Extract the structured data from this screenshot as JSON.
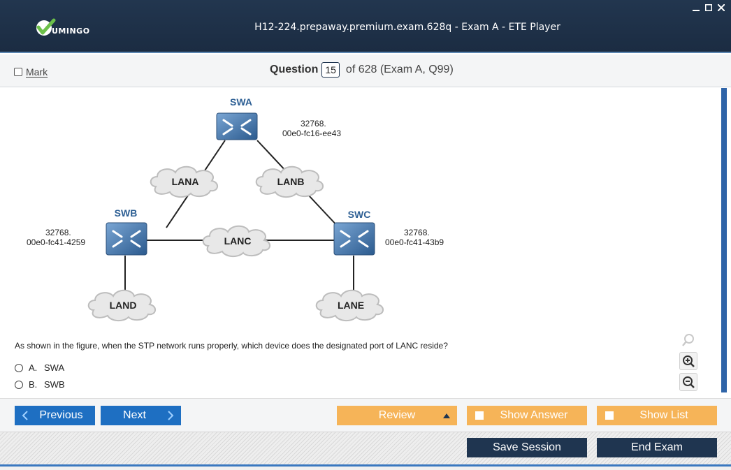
{
  "window": {
    "title": "H12-224.prepaway.premium.exam.628q - Exam A - ETE Player",
    "logo_text": "UMINGO"
  },
  "header": {
    "mark_label": "Mark",
    "question_label": "Question",
    "question_number": "15",
    "question_of": "of 628 (Exam A, Q99)"
  },
  "diagram": {
    "devices": [
      {
        "name": "SWA",
        "priority": "32768.",
        "mac": "00e0-fc16-ee43"
      },
      {
        "name": "SWB",
        "priority": "32768.",
        "mac": "00e0-fc41-4259"
      },
      {
        "name": "SWC",
        "priority": "32768.",
        "mac": "00e0-fc41-43b9"
      }
    ],
    "lans": [
      "LANA",
      "LANB",
      "LANC",
      "LAND",
      "LANE"
    ]
  },
  "question": {
    "text": "As shown in the figure, when the STP network runs properly, which device does the designated port of LANC reside?",
    "options": [
      {
        "letter": "A.",
        "text": "SWA"
      },
      {
        "letter": "B.",
        "text": "SWB"
      }
    ]
  },
  "nav": {
    "previous": "Previous",
    "next": "Next",
    "review": "Review",
    "show_answer": "Show Answer",
    "show_list": "Show List",
    "save_session": "Save Session",
    "end_exam": "End Exam"
  },
  "colors": {
    "titlebar": "#1b2c42",
    "accent_blue": "#1e6fc2",
    "orange": "#f6b458",
    "dark": "#1f3550",
    "logo_green": "#6cc04a"
  }
}
